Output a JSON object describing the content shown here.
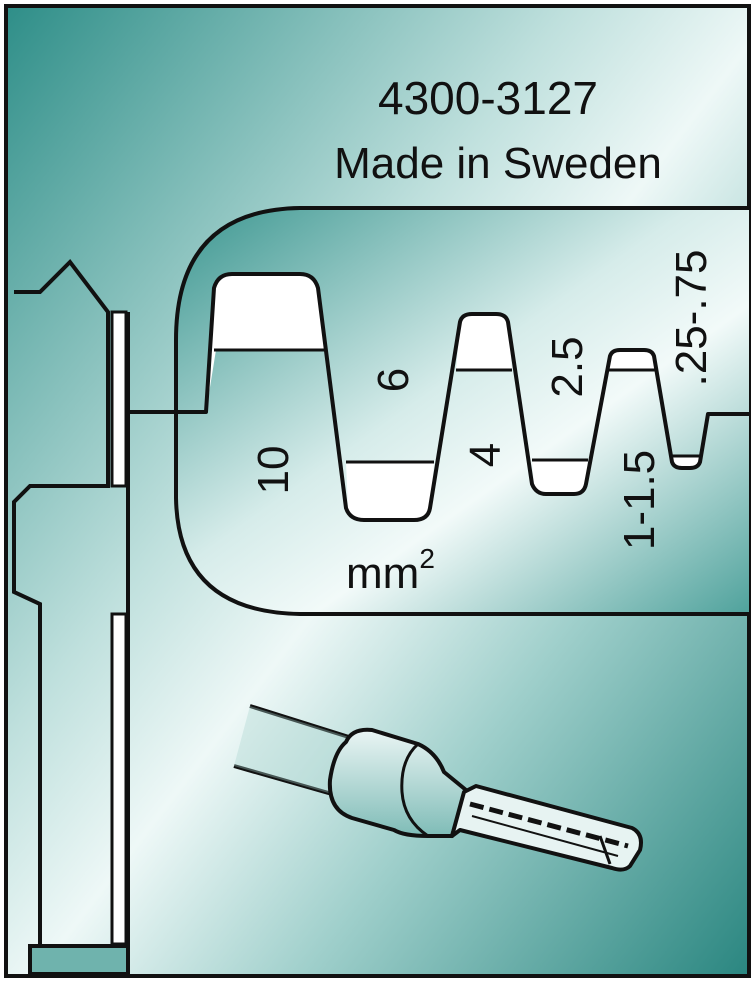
{
  "die": {
    "part_number": "4300-3127",
    "origin": "Made in Sweden",
    "unit_prefix": "mm",
    "unit_exponent": "2",
    "sizes": [
      {
        "label": "10",
        "rotated": true
      },
      {
        "label": "6",
        "rotated": true
      },
      {
        "label": "4",
        "rotated": true
      },
      {
        "label": "2.5",
        "rotated": true
      },
      {
        "label": "1-1.5",
        "rotated": true
      },
      {
        "label": ".25-.75",
        "rotated": true
      }
    ]
  },
  "icons": {
    "illustration": "wire-ferrule-icon"
  },
  "colors": {
    "teal_dark": "#2c8c86",
    "teal_mid": "#9cccc8",
    "teal_light": "#e9f5f4",
    "outline": "#111111",
    "white": "#ffffff"
  }
}
